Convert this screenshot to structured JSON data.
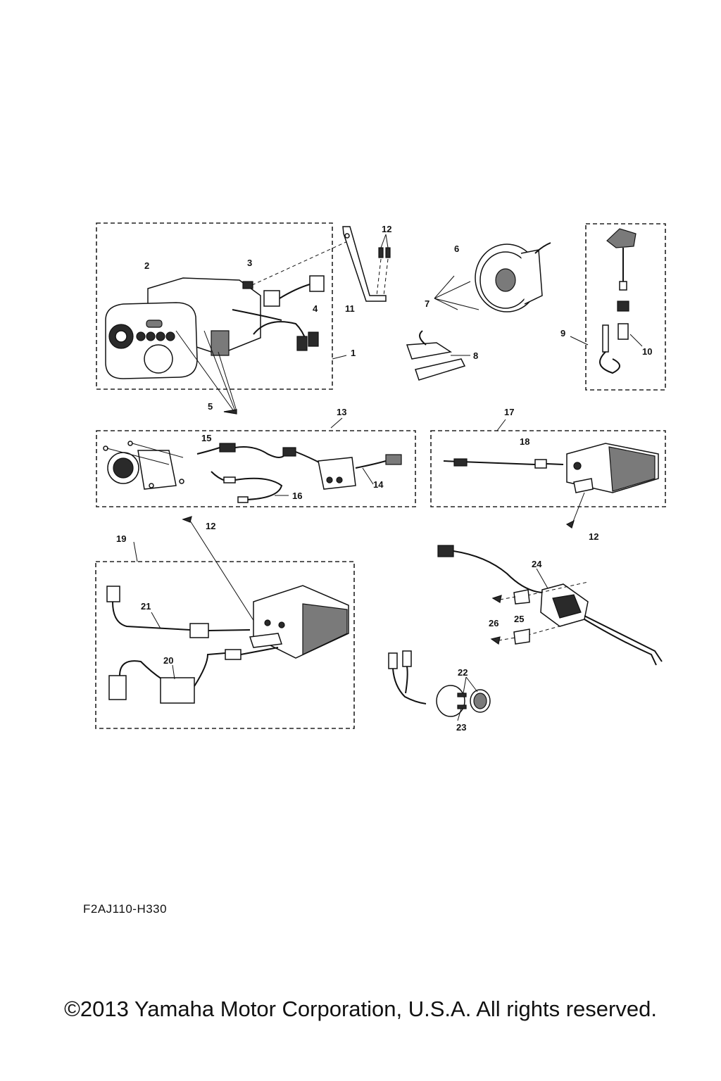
{
  "labels": {
    "p1": "1",
    "p2": "2",
    "p3": "3",
    "p4": "4",
    "p5": "5",
    "p6": "6",
    "p7": "7",
    "p8": "8",
    "p9": "9",
    "p10": "10",
    "p11": "11",
    "p12a": "12",
    "p12b": "12",
    "p12c": "12",
    "p13": "13",
    "p14": "14",
    "p15": "15",
    "p16": "16",
    "p17": "17",
    "p18": "18",
    "p19": "19",
    "p20": "20",
    "p21": "21",
    "p22": "22",
    "p23": "23",
    "p24": "24",
    "p25": "25",
    "p26": "26"
  },
  "drawing_code": "F2AJ110-H330",
  "copyright": "©2013 Yamaha Motor Corporation, U.S.A. All rights reserved."
}
